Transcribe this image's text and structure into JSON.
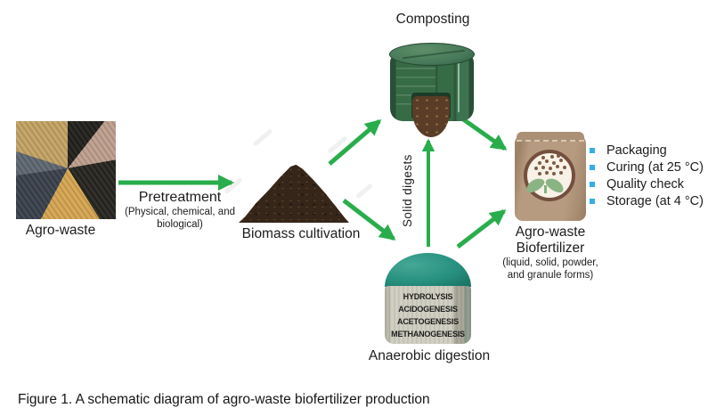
{
  "figure": {
    "caption": "Figure 1. A schematic diagram of agro-waste biofertilizer production"
  },
  "nodes": {
    "agro_waste": {
      "label": "Agro-waste"
    },
    "pretreatment": {
      "label": "Pretreatment",
      "sublabel": "(Physical, chemical, and biological)"
    },
    "biomass_cultivation": {
      "label": "Biomass cultivation"
    },
    "composting": {
      "label": "Composting"
    },
    "anaerobic_digestion": {
      "label": "Anaerobic digestion",
      "stages": [
        "HYDROLYSIS",
        "ACIDOGENESIS",
        "ACETOGENESIS",
        "METHANOGENESIS"
      ]
    },
    "biofertilizer": {
      "label": "Agro-waste Biofertilizer",
      "sublabel": "(liquid, solid, powder, and granule forms)"
    }
  },
  "edges": {
    "solid_digests_label": "Solid digests"
  },
  "post_steps": [
    "Packaging",
    "Curing (at 25 °C)",
    "Quality check",
    "Storage (at 4 °C)"
  ],
  "colors": {
    "arrow_green": "#29ad4c",
    "bullet_blue": "#35aee3",
    "bin_green": "#376b46",
    "dome_teal": "#27907f",
    "bag_tan": "#b69b80"
  }
}
